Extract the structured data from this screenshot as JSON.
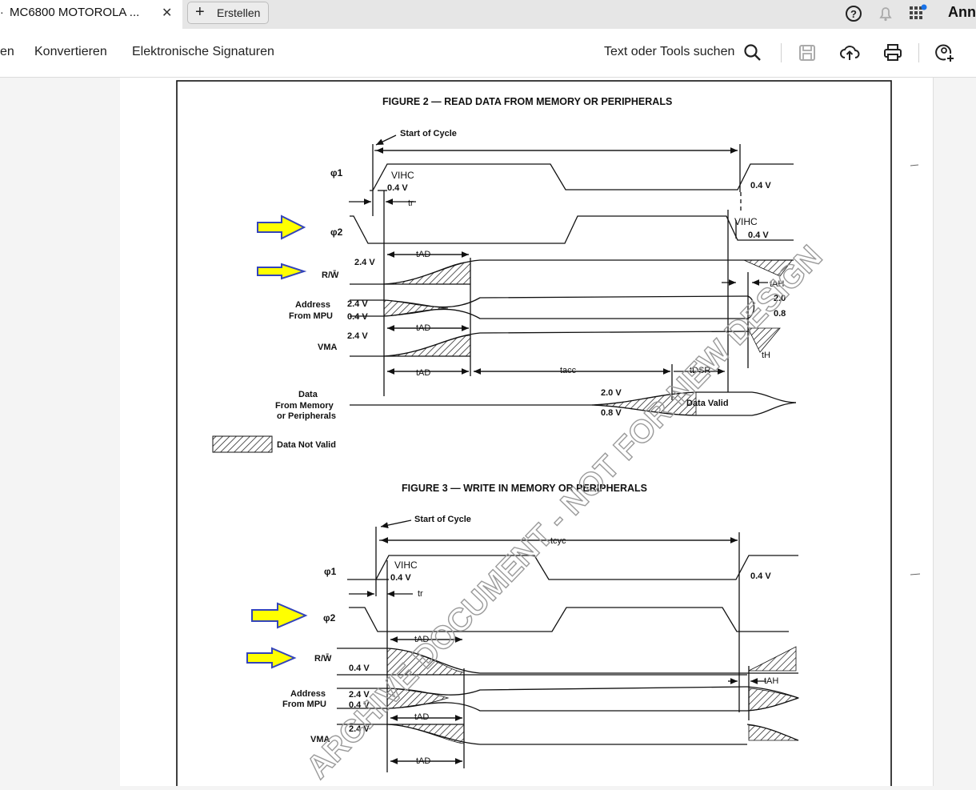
{
  "tabbar": {
    "tab_title": "MC6800 MOTOROLA ...",
    "create_label": "Erstellen",
    "user_name": "Ann"
  },
  "toolbar": {
    "items": [
      "en",
      "Konvertieren",
      "Elektronische Signaturen"
    ],
    "search_label": "Text oder Tools suchen"
  },
  "figure2": {
    "title": "FIGURE 2 — READ DATA FROM MEMORY OR PERIPHERALS",
    "start_of_cycle": "Start of Cycle",
    "sig_phi1": "φ1",
    "sig_phi2": "φ2",
    "sig_rw": "R/W̄",
    "sig_addr_1": "Address",
    "sig_addr_2": "From MPU",
    "sig_vma": "VMA",
    "sig_data_1": "Data",
    "sig_data_2": "From Memory",
    "sig_data_3": "or Peripherals",
    "v_ihc": "VIHC",
    "v_04": "0.4 V",
    "v_24": "2.4 V",
    "v_20": "2.0 V",
    "v_08": "0.8 V",
    "v_20_short": "2.0",
    "v_08_short": "0.8",
    "t_r": "tr",
    "t_ad": "tAD",
    "t_ah": "tAH",
    "t_h": "tH",
    "t_acc": "tacc",
    "t_dsr": "tDSR",
    "data_valid": "Data Valid",
    "legend": "Data Not Valid"
  },
  "figure3": {
    "title": "FIGURE 3 — WRITE IN MEMORY OR PERIPHERALS",
    "start_of_cycle": "Start of Cycle",
    "t_cyc": "tcyc",
    "sig_phi1": "φ1",
    "sig_phi2": "φ2",
    "sig_rw": "R/W̄",
    "sig_addr_1": "Address",
    "sig_addr_2": "From MPU",
    "sig_vma": "VMA",
    "v_ihc": "VIHC",
    "v_04": "0.4 V",
    "v_24": "2.4 V",
    "t_r": "tr",
    "t_ad": "tAD",
    "t_ah": "tAH"
  },
  "watermark": "ARCHIVE DOCUMENT - NOT FOR NEW DESIGN",
  "colors": {
    "arrow_fill": "#ffff00",
    "arrow_stroke": "#3344bb",
    "notification_dot": "#1a73e8"
  }
}
